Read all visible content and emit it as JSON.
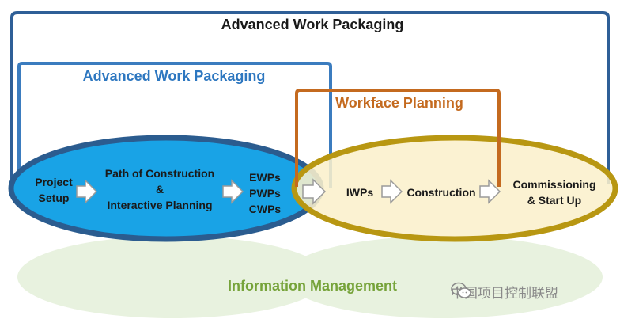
{
  "titles": {
    "outer": "Advanced Work Packaging",
    "inner": "Advanced Work Packaging",
    "workface": "Workface Planning"
  },
  "left_steps": {
    "project_setup": "Project\nSetup",
    "path_of_construction": "Path of Construction\n&\nInteractive Planning",
    "packages": "EWPs\nPWPs\nCWPs"
  },
  "right_steps": {
    "iwps": "IWPs",
    "construction": "Construction",
    "commissioning": "Commissioning\n& Start Up"
  },
  "information_management": "Information Management",
  "watermark": "中国项目控制联盟",
  "colors": {
    "outer_bracket": "#2f5f97",
    "inner_bracket": "#3b7cbf",
    "workface_bracket": "#c46a1f",
    "left_ellipse_fill": "#19a3e6",
    "left_ellipse_stroke": "#2b5c8f",
    "right_ellipse_fill": "#fbf0cc",
    "right_ellipse_stroke": "#b89712",
    "info_fill": "#e8f2df",
    "info_text": "#76a33a"
  }
}
